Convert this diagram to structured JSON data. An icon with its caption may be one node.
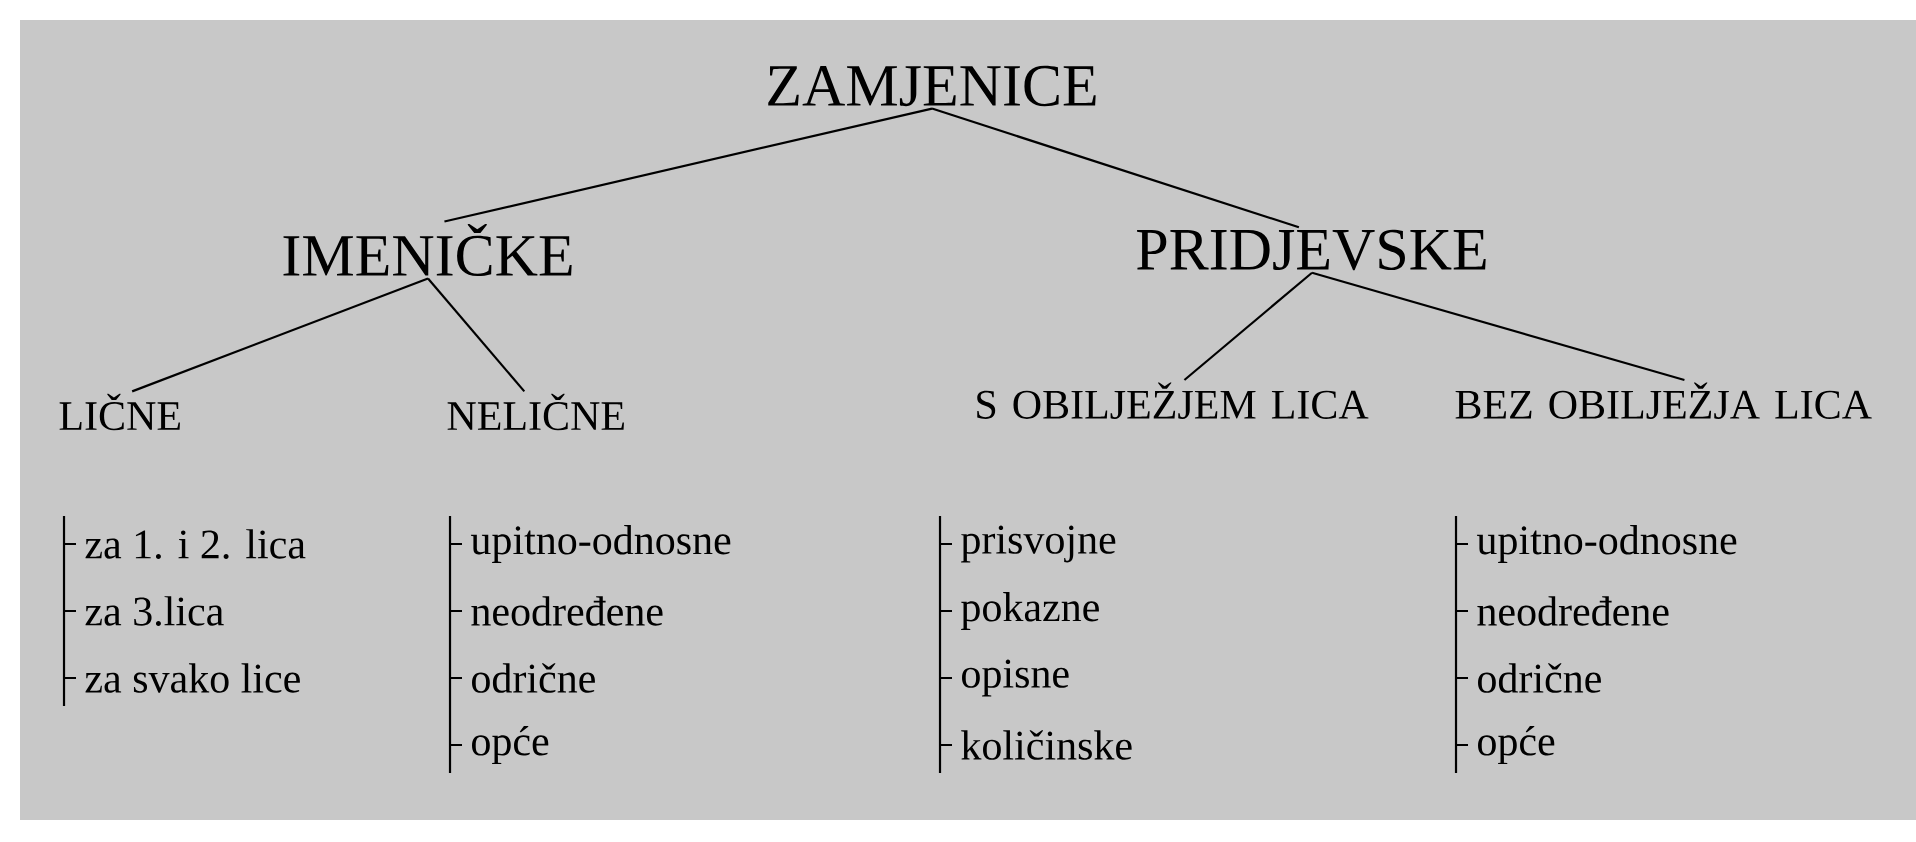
{
  "diagram": {
    "nodes": [
      {
        "text": [
          "ZAMJENICE"
        ]
      },
      {
        "text": [
          "IMENIČKE"
        ]
      },
      {
        "text": [
          "PRIDJEVSKE"
        ]
      },
      {
        "text": [
          "LIČNE"
        ]
      },
      {
        "text": [
          "NELIČNE"
        ]
      },
      {
        "text": [
          "S OBILJEŽJEM LICA"
        ]
      },
      {
        "text": [
          "BEZ OBILJEŽJA LICA"
        ]
      }
    ],
    "edges": [
      {
        "from": 0,
        "to": 1,
        "arrow": "none"
      },
      {
        "from": 0,
        "to": 2,
        "arrow": "none"
      },
      {
        "from": 1,
        "to": 3,
        "arrow": "none"
      },
      {
        "from": 1,
        "to": 4,
        "arrow": "none"
      },
      {
        "from": 2,
        "to": 5,
        "arrow": "none"
      },
      {
        "from": 2,
        "to": 6,
        "arrow": "none"
      }
    ],
    "labels": [
      "za 1. i 2. lica",
      "za 3.lica",
      "za svako lice",
      "upitno-odnosne",
      "neodređene",
      "odrične",
      "opće",
      "prisvojne",
      "pokazne",
      "opisne",
      "količinske",
      "upitno-odnosne",
      "neodređene",
      "odrične",
      "opće"
    ]
  }
}
